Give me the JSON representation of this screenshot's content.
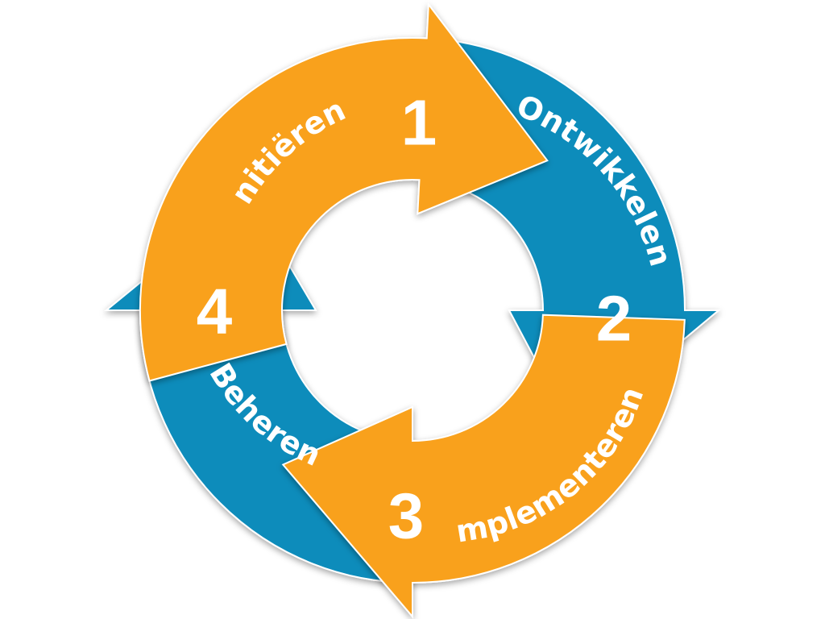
{
  "colors": {
    "orange": "#F9A11B",
    "blue": "#0A8CBB",
    "background": "#FFFFFF",
    "text": "#FFFFFF"
  },
  "phases": [
    {
      "number": "1",
      "label": "Initiëren",
      "color": "orange"
    },
    {
      "number": "2",
      "label": "Ontwikkelen",
      "color": "blue"
    },
    {
      "number": "3",
      "label": "Implementeren",
      "color": "orange"
    },
    {
      "number": "4",
      "label": "Beheren",
      "color": "blue"
    }
  ]
}
